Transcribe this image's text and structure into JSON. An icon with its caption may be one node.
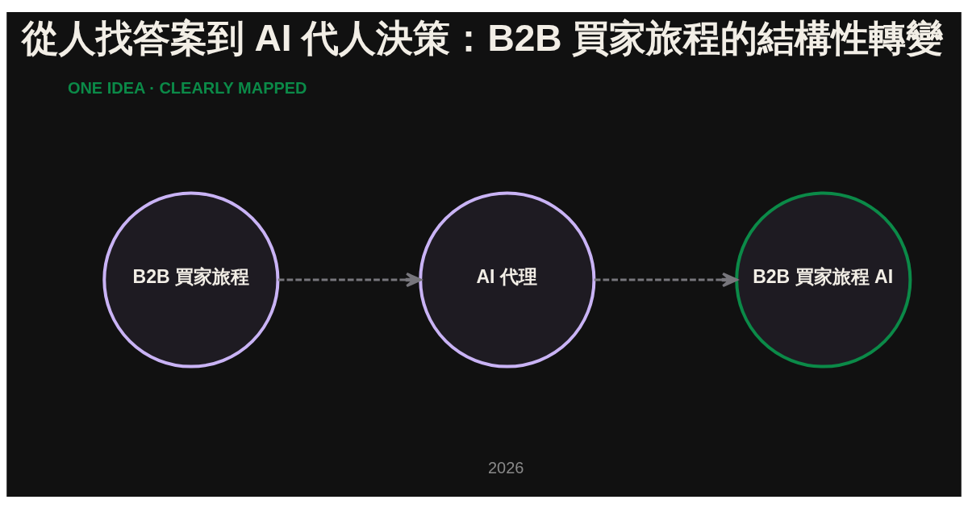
{
  "diagram": {
    "title": "從人找答案到 AI 代人決策：B2B 買家旅程的結構性轉變",
    "nodes": [
      {
        "text": [
          "B2B 買家旅程"
        ]
      },
      {
        "text": [
          "AI 代理"
        ]
      },
      {
        "text": [
          "B2B 買家旅程 AI"
        ]
      }
    ],
    "edges": [
      {
        "from": 0,
        "to": 1,
        "arrow": "to",
        "style": "dashed"
      },
      {
        "from": 1,
        "to": 2,
        "arrow": "to",
        "style": "dashed"
      }
    ],
    "labels": [
      "ONE IDEA · CLEARLY MAPPED",
      "2026"
    ]
  }
}
